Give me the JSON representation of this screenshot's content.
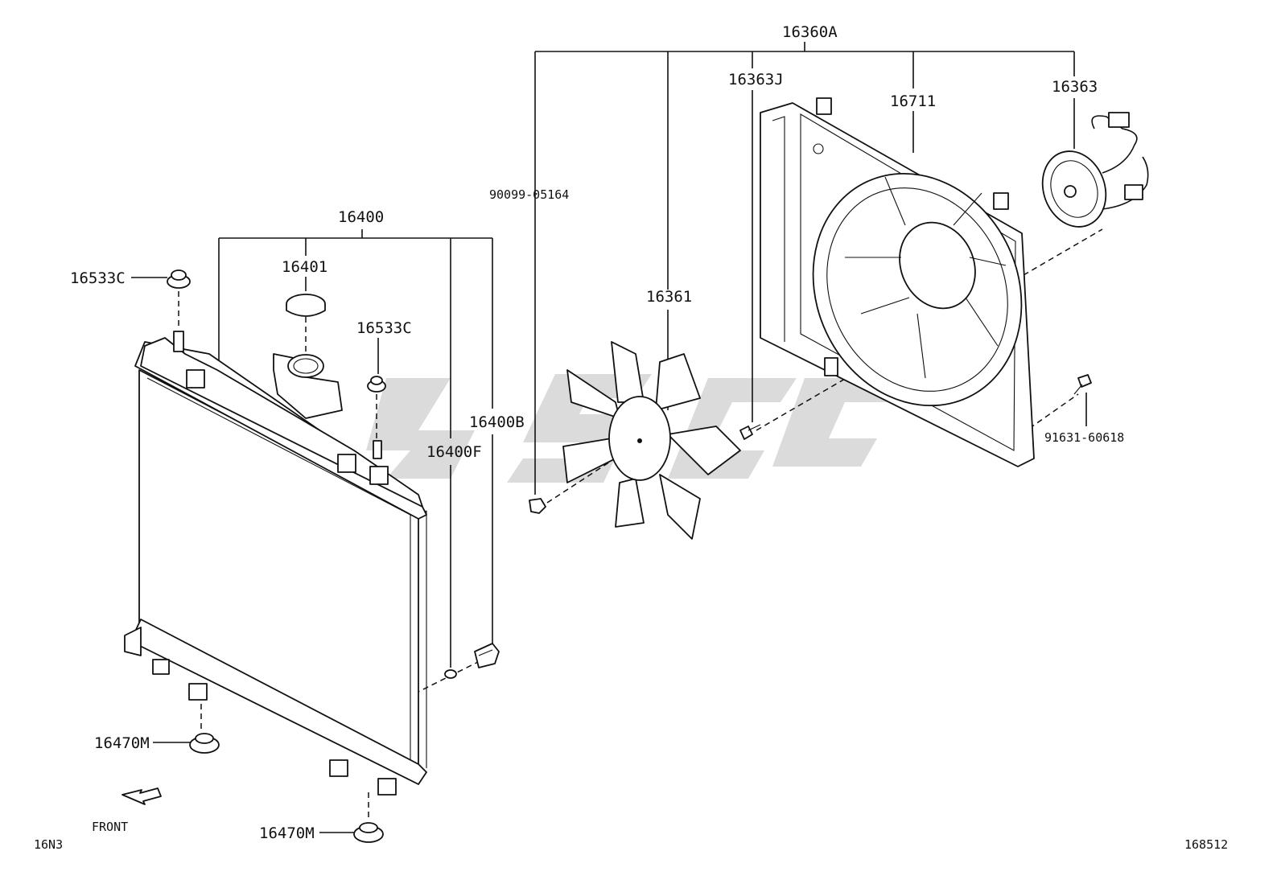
{
  "diagram": {
    "labels": {
      "l_16360A": "16360A",
      "l_16363J": "16363J",
      "l_16711": "16711",
      "l_16363": "16363",
      "l_90099_05164": "90099-05164",
      "l_16400": "16400",
      "l_16401": "16401",
      "l_16533C_top": "16533C",
      "l_16533C_mid": "16533C",
      "l_16361": "16361",
      "l_16400B": "16400B",
      "l_16400F": "16400F",
      "l_91631_60618": "91631-60618",
      "l_16470M_left": "16470M",
      "l_16470M_bottom": "16470M",
      "l_front": "FRONT",
      "l_16N3": "16N3",
      "l_168512": "168512"
    }
  }
}
